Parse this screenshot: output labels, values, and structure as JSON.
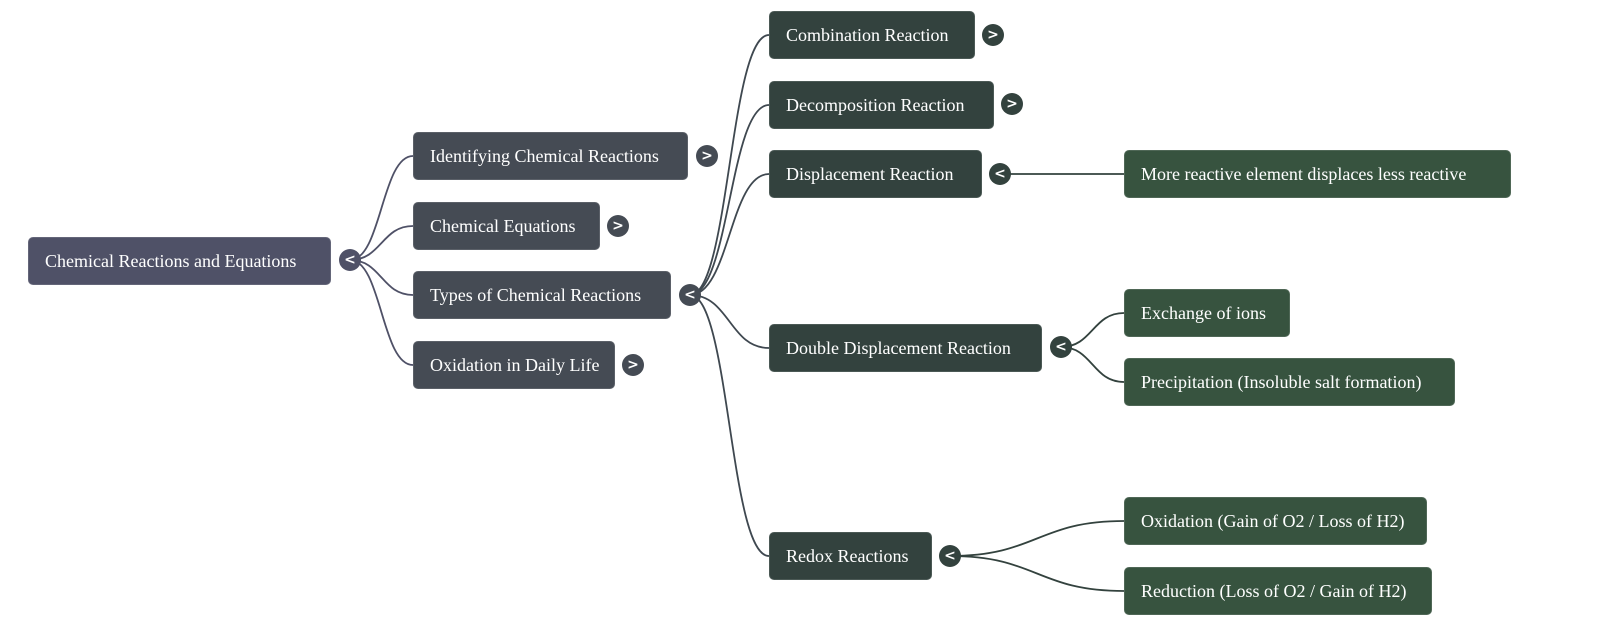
{
  "mindmap": {
    "colors": {
      "root": "#4f5167",
      "level1": "#454b54",
      "level2": "#33423e",
      "level3": "#37533f",
      "edge_root": "#4f5167",
      "edge_level1": "#3f4850",
      "edge_level2": "#33423e"
    },
    "toggle_glyphs": {
      "expanded": "<",
      "collapsed": ">"
    },
    "root": {
      "label": "Chemical Reactions and Equations",
      "toggle": "<",
      "children": [
        {
          "label": "Identifying Chemical Reactions",
          "toggle": ">"
        },
        {
          "label": "Chemical Equations",
          "toggle": ">"
        },
        {
          "label": "Types of Chemical Reactions",
          "toggle": "<",
          "children": [
            {
              "label": "Combination Reaction",
              "toggle": ">"
            },
            {
              "label": "Decomposition Reaction",
              "toggle": ">"
            },
            {
              "label": "Displacement Reaction",
              "toggle": "<",
              "children": [
                {
                  "label": "More reactive element displaces less reactive"
                }
              ]
            },
            {
              "label": "Double Displacement Reaction",
              "toggle": "<",
              "children": [
                {
                  "label": "Exchange of ions"
                },
                {
                  "label": "Precipitation (Insoluble salt formation)"
                }
              ]
            },
            {
              "label": "Redox Reactions",
              "toggle": "<",
              "children": [
                {
                  "label": "Oxidation (Gain of O2 / Loss of H2)"
                },
                {
                  "label": "Reduction (Loss of O2 / Gain of H2)"
                }
              ]
            }
          ]
        },
        {
          "label": "Oxidation in Daily Life",
          "toggle": ">"
        }
      ]
    }
  }
}
